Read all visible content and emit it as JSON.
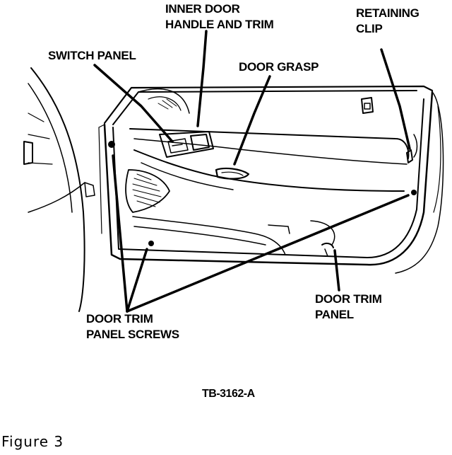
{
  "labels": {
    "inner_door_handle_line1": "INNER DOOR",
    "inner_door_handle_line2": "HANDLE AND TRIM",
    "retaining_clip_line1": "RETAINING",
    "retaining_clip_line2": "CLIP",
    "switch_panel": "SWITCH PANEL",
    "door_grasp": "DOOR GRASP",
    "door_trim_panel_line1": "DOOR TRIM",
    "door_trim_panel_line2": "PANEL",
    "door_trim_panel_screws_line1": "DOOR TRIM",
    "door_trim_panel_screws_line2": "PANEL SCREWS"
  },
  "figure_id": "TB-3162-A",
  "caption": "Figure 3",
  "colors": {
    "ink": "#000000",
    "paper": "#ffffff"
  }
}
